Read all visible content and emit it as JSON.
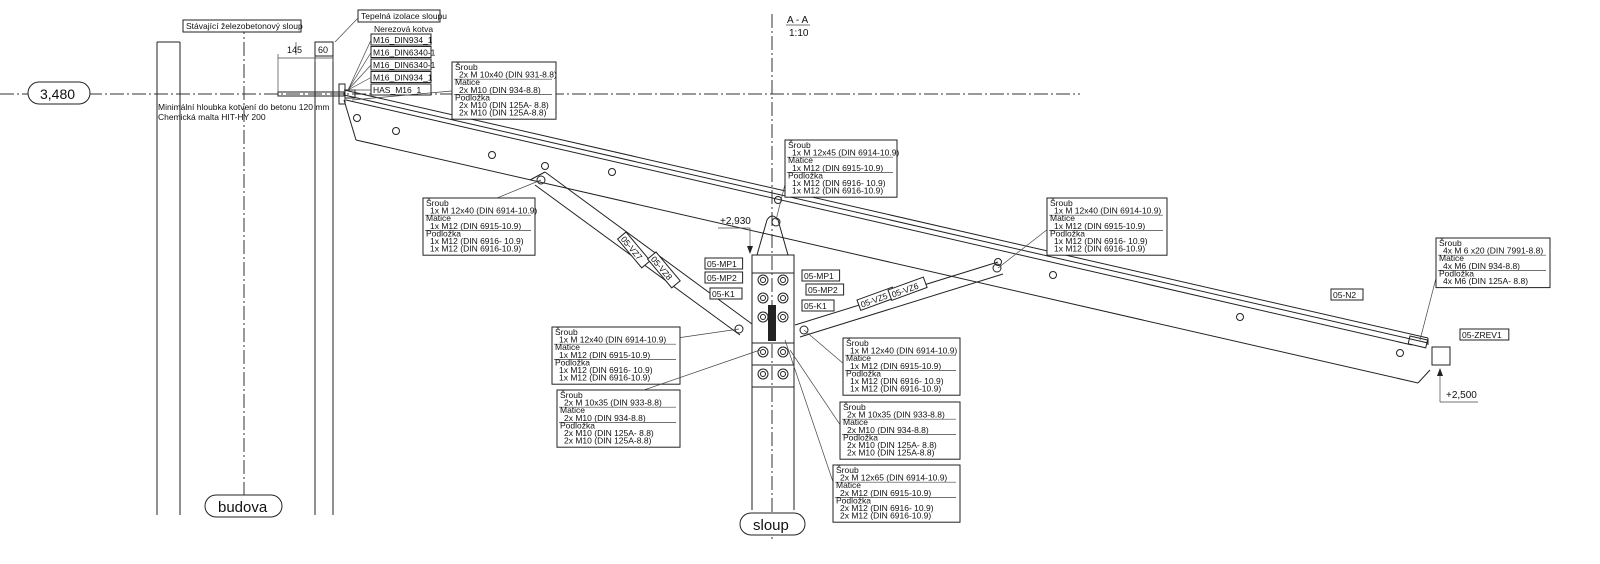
{
  "section": {
    "title": "A - A",
    "scale": "1:10"
  },
  "level_main": "3,480",
  "level_support": "+2,930",
  "level_edge": "+2,500",
  "axis_labels": {
    "building": "budova",
    "column": "sloup"
  },
  "notes": {
    "existing_column": "Stávající železobetonový sloup",
    "insulation": "Tepelná izolace sloupu",
    "anchor": "Nerezová kotva",
    "anchor_depth": "Minimální hloubka kotvení  do betonu 120 mm",
    "mortar": "Chemická malta HIT-HY 200",
    "dim_145": "145",
    "dim_60": "60"
  },
  "anchor_parts": [
    "M16_DIN934_1",
    "M16_DIN6340-1",
    "M16_DIN6340-1",
    "M16_DIN934_1",
    "HAS_M16_1"
  ],
  "part_tags": {
    "mp1_left": "05-MP1",
    "mp2_left": "05-MP2",
    "k1_left": "05-K1",
    "mp1_right": "05-MP1",
    "mp2_right": "05-MP2",
    "k1_right": "05-K1",
    "vz7": "05-VZ7",
    "vz8": "05-VZ8",
    "vz5": "05-VZ5",
    "vz6": "05-VZ6",
    "n2": "05-N2",
    "zrev1": "05-ZREV1"
  },
  "callouts": [
    {
      "bolt_title": "Šroub",
      "bolt": [
        "2x M 10x40   (DIN 931-8.8)"
      ],
      "nut_title": "Matice",
      "nut": [
        "2x M10   (DIN 934-8.8)"
      ],
      "washer_title": "Podložka",
      "washer": [
        "2x M10   (DIN 125A- 8.8)",
        "2x M10   (DIN 125A-8.8)"
      ]
    },
    {
      "bolt_title": "Šroub",
      "bolt": [
        "1x M 12x45   (DIN 6914-10.9)"
      ],
      "nut_title": "Matice",
      "nut": [
        "1x M12   (DIN 6915-10.9)"
      ],
      "washer_title": "Podložka",
      "washer": [
        "1x M12   (DIN 6916- 10.9)",
        "1x M12   (DIN 6916-10.9)"
      ]
    },
    {
      "bolt_title": "Šroub",
      "bolt": [
        "1x M 12x40   (DIN 6914-10.9)"
      ],
      "nut_title": "Matice",
      "nut": [
        "1x M12   (DIN 6915-10.9)"
      ],
      "washer_title": "Podložka",
      "washer": [
        "1x M12   (DIN 6916- 10.9)",
        "1x M12   (DIN 6916-10.9)"
      ]
    },
    {
      "bolt_title": "Šroub",
      "bolt": [
        "1x M 12x40   (DIN 6914-10.9)"
      ],
      "nut_title": "Matice",
      "nut": [
        "1x M12   (DIN 6915-10.9)"
      ],
      "washer_title": "Podložka",
      "washer": [
        "1x M12   (DIN 6916- 10.9)",
        "1x M12   (DIN 6916-10.9)"
      ]
    },
    {
      "bolt_title": "Šroub",
      "bolt": [
        "4x M 6  x20   (DIN 7991-8.8)"
      ],
      "nut_title": "Matice",
      "nut": [
        "4x M6    (DIN 934-8.8)"
      ],
      "washer_title": "Podložka",
      "washer": [
        "4x M6    (DIN 125A- 8.8)"
      ]
    },
    {
      "bolt_title": "Šroub",
      "bolt": [
        "1x M 12x40   (DIN 6914-10.9)"
      ],
      "nut_title": "Matice",
      "nut": [
        "1x M12   (DIN 6915-10.9)"
      ],
      "washer_title": "Podložka",
      "washer": [
        "1x M12   (DIN 6916- 10.9)",
        "1x M12   (DIN 6916-10.9)"
      ]
    },
    {
      "bolt_title": "Šroub",
      "bolt": [
        "2x M 10x35   (DIN 933-8.8)"
      ],
      "nut_title": "Matice",
      "nut": [
        "2x M10   (DIN 934-8.8)"
      ],
      "washer_title": "Podložka",
      "washer": [
        "2x M10   (DIN 125A- 8.8)",
        "2x M10   (DIN 125A-8.8)"
      ]
    },
    {
      "bolt_title": "Šroub",
      "bolt": [
        "1x M 12x40   (DIN 6914-10.9)"
      ],
      "nut_title": "Matice",
      "nut": [
        "1x M12   (DIN 6915-10.9)"
      ],
      "washer_title": "Podložka",
      "washer": [
        "1x M12   (DIN 6916- 10.9)",
        "1x M12   (DIN 6916-10.9)"
      ]
    },
    {
      "bolt_title": "Šroub",
      "bolt": [
        "2x M 10x35   (DIN 933-8.8)"
      ],
      "nut_title": "Matice",
      "nut": [
        "2x M10   (DIN 934-8.8)"
      ],
      "washer_title": "Podložka",
      "washer": [
        "2x M10   (DIN 125A- 8.8)",
        "2x M10   (DIN 125A-8.8)"
      ]
    },
    {
      "bolt_title": "Šroub",
      "bolt": [
        "2x M 12x65   (DIN 6914-10.9)"
      ],
      "nut_title": "Matice",
      "nut": [
        "2x M12   (DIN 6915-10.9)"
      ],
      "washer_title": "Podložka",
      "washer": [
        "2x M12   (DIN 6916- 10.9)",
        "2x M12   (DIN 6916-10.9)"
      ]
    }
  ]
}
